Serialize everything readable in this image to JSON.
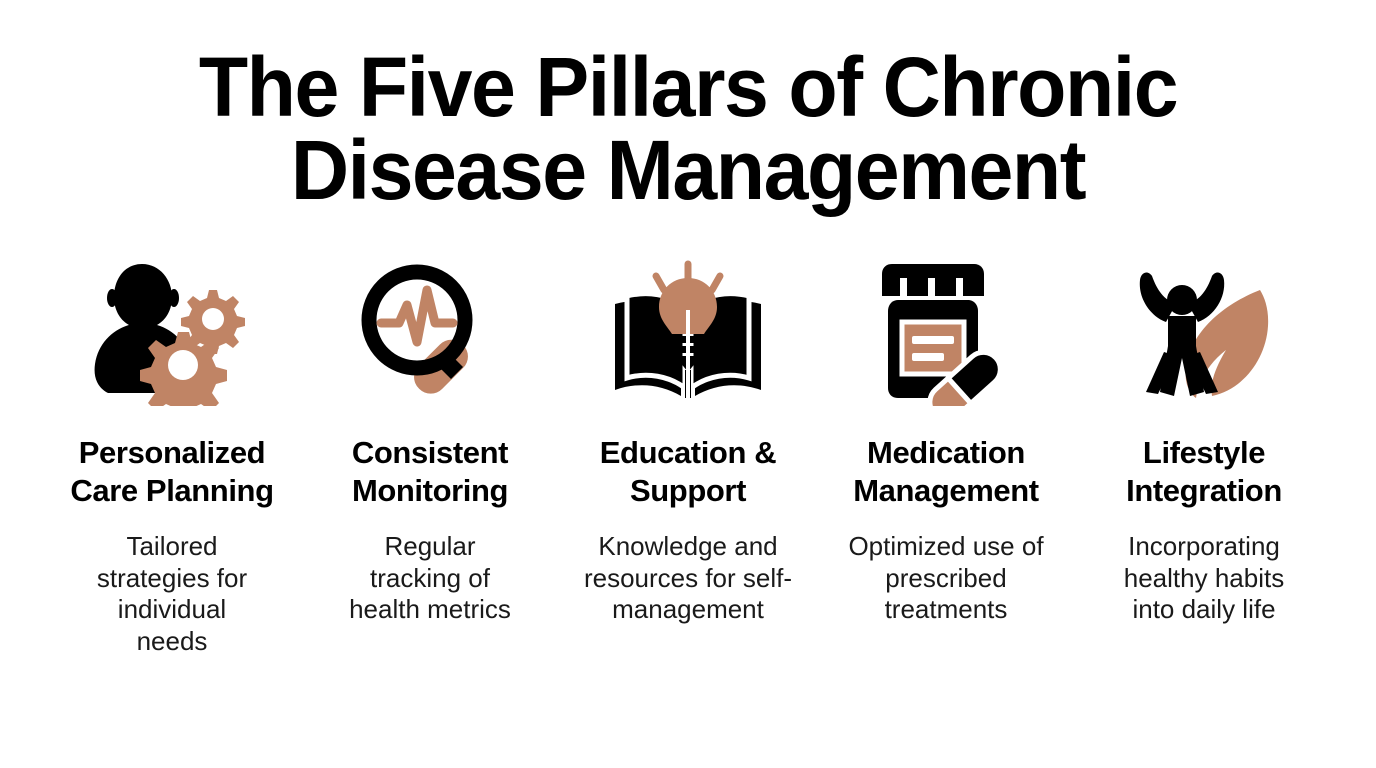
{
  "slide": {
    "title": "The Five Pillars of Chronic Disease Management",
    "background_color": "#FFFFFF",
    "text_color": "#000000",
    "accent_color": "#C08465"
  },
  "pillars": [
    {
      "icon": "person-with-gears-icon",
      "title": "Personalized Care Planning",
      "description": "Tailored strategies for individual needs"
    },
    {
      "icon": "magnifier-heartbeat-icon",
      "title": "Consistent Monitoring",
      "description": "Regular tracking of health metrics"
    },
    {
      "icon": "open-book-lightbulb-icon",
      "title": "Education & Support",
      "description": "Knowledge and resources for self-management"
    },
    {
      "icon": "pill-bottle-capsule-icon",
      "title": "Medication Management",
      "description": "Optimized use of prescribed treatments"
    },
    {
      "icon": "stretching-person-leaf-icon",
      "title": "Lifestyle Integration",
      "description": "Incorporating healthy habits into daily life"
    }
  ]
}
